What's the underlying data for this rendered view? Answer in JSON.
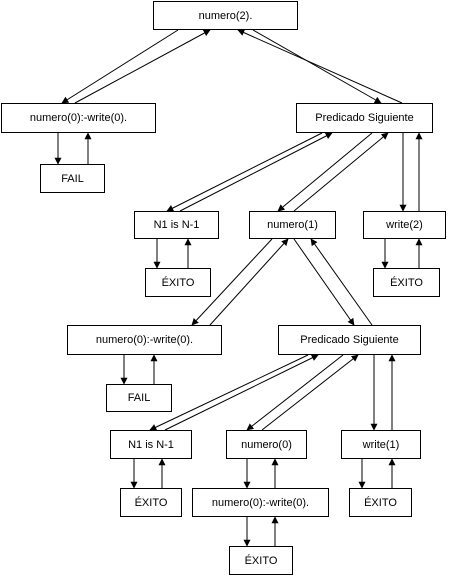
{
  "diagram": {
    "line_color": "#000000",
    "nodes": {
      "root": "numero(2).",
      "l1_left": "numero(0):-write(0).",
      "l1_fail": "FAIL",
      "l1_pred": "Predicado Siguiente",
      "l2_n1": "N1 is N-1",
      "l2_exito_a": "ÉXITO",
      "l2_numero1": "numero(1)",
      "l2_write2": "write(2)",
      "l2_exito_b": "ÉXITO",
      "l3_left": "numero(0):-write(0).",
      "l3_fail": "FAIL",
      "l3_pred": "Predicado Siguiente",
      "l4_n1": "N1 is N-1",
      "l4_exito_a": "ÉXITO",
      "l4_numero0": "numero(0)",
      "l4_clause": "numero(0):-write(0).",
      "l4_exito_c": "ÉXITO",
      "l4_write1": "write(1)",
      "l4_exito_b": "ÉXITO"
    }
  }
}
